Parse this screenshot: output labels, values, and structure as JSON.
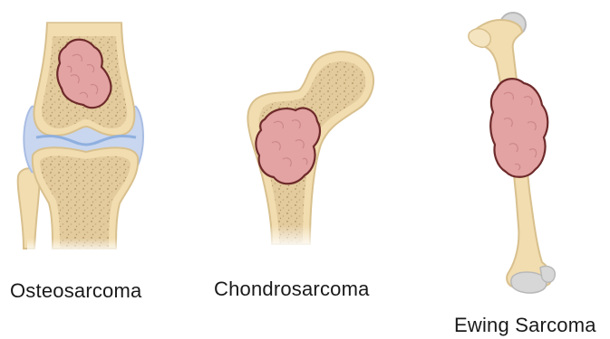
{
  "labels": {
    "osteosarcoma": "Osteosarcoma",
    "chondrosarcoma": "Chondrosarcoma",
    "ewing_sarcoma": "Ewing Sarcoma"
  },
  "colors": {
    "bone": "#f2ddb0",
    "bone_outline": "#d8c08e",
    "marrow": "#d2b98f",
    "cartilage": "#c9d6ef",
    "tumor_fill": "#e3a3a3",
    "tumor_outline": "#6e2a2a",
    "joint_head": "#d7d7d7"
  }
}
